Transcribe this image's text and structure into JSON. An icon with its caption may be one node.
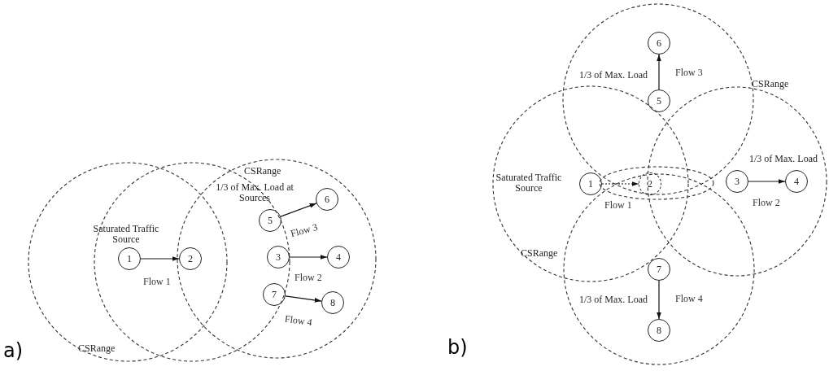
{
  "diagram": {
    "nodes": [
      {
        "text": [
          "1"
        ]
      },
      {
        "text": [
          "2"
        ]
      },
      {
        "text": [
          "3"
        ]
      },
      {
        "text": [
          "4"
        ]
      },
      {
        "text": [
          "5"
        ]
      },
      {
        "text": [
          "6"
        ]
      },
      {
        "text": [
          "7"
        ]
      },
      {
        "text": [
          "8"
        ]
      },
      {
        "text": [
          "6"
        ]
      },
      {
        "text": [
          "5"
        ]
      },
      {
        "text": [
          "1"
        ]
      },
      {
        "text": [
          "2"
        ]
      },
      {
        "text": [
          "3"
        ]
      },
      {
        "text": [
          "4"
        ]
      },
      {
        "text": [
          "7"
        ]
      },
      {
        "text": [
          "8"
        ]
      }
    ],
    "edges": [
      {
        "from": 0,
        "to": 1,
        "arrow": "to",
        "label": "Flow 1"
      },
      {
        "from": 4,
        "to": 5,
        "arrow": "to",
        "label": "Flow 3"
      },
      {
        "from": 2,
        "to": 3,
        "arrow": "to",
        "label": "Flow 2"
      },
      {
        "from": 6,
        "to": 7,
        "arrow": "to",
        "label": "Flow 4"
      },
      {
        "from": 9,
        "to": 8,
        "arrow": "to",
        "label": "Flow 3"
      },
      {
        "from": 10,
        "to": 11,
        "arrow": "to",
        "label": "Flow 1",
        "style": "dashed"
      },
      {
        "from": 12,
        "to": 13,
        "arrow": "to",
        "label": "Flow 2"
      },
      {
        "from": 14,
        "to": 15,
        "arrow": "to",
        "label": "Flow 4"
      }
    ],
    "labels": [
      "CSRange",
      "1/3 of Max. Load at Sources",
      "Saturated Traffic Source",
      "CSRange",
      "a)",
      "1/3 of Max. Load",
      "CSRange",
      "Saturated Traffic Source",
      "1/3 of Max. Load",
      "CSRange",
      "1/3 of Max. Load",
      "b)"
    ]
  }
}
